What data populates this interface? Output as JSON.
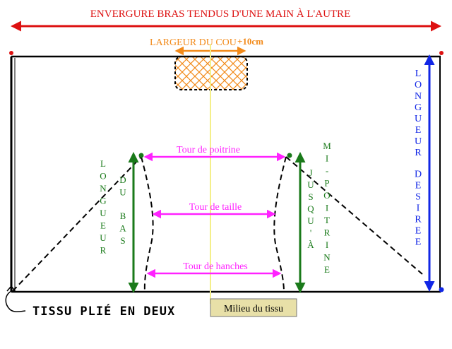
{
  "title": "ENVERGURE BRAS TENDUS D'UNE MAIN À L'AUTRE",
  "neck_label": "LARGEUR DU COU",
  "neck_extra": "+10cm",
  "length_desired": "LONGUEUR DESIREE",
  "length_bottom_1": "LONGUEUR",
  "length_bottom_2": "DU BAS",
  "to_mid_chest_1": "JUSQU'À",
  "to_mid_chest_2": "MI-POITRINE",
  "chest": "Tour de poitrine",
  "waist": "Tour de taille",
  "hips": "Tour de hanches",
  "fabric_fold": "TISSU PLIÉ EN DEUX",
  "fabric_middle": "Milieu du tissu",
  "colors": {
    "red": "#dd1111",
    "orange": "#f28a1a",
    "blue": "#1126e6",
    "green": "#1a7a1a",
    "magenta": "#ff22ff",
    "yellow_line": "#f4ef8a",
    "label_box": "#e8e0a8"
  }
}
